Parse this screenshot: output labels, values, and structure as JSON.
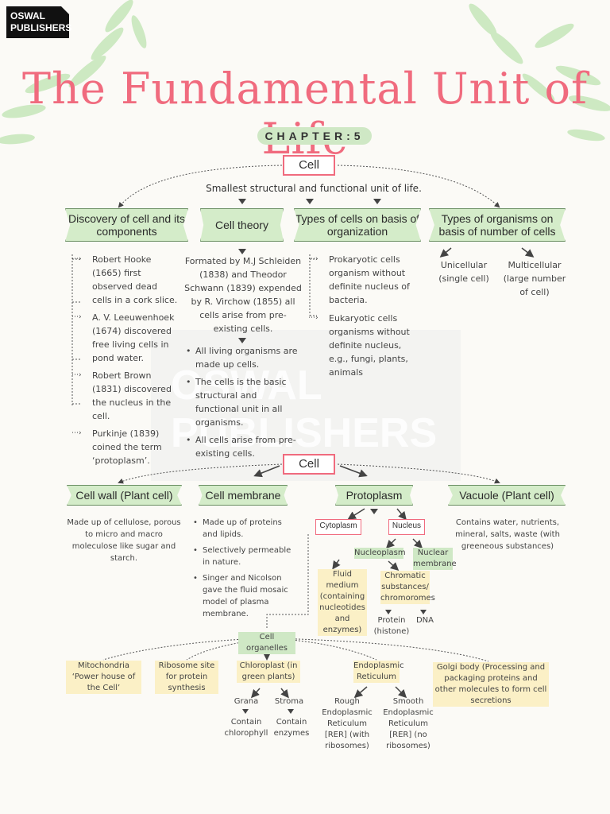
{
  "publisher": {
    "line1": "OSWAL",
    "line2": "PUBLISHERS"
  },
  "title": "The Fundamental Unit of Life",
  "chapter": "CHAPTER:5",
  "watermark": {
    "line1": "OSWAL",
    "line2": "PUBLISHERS"
  },
  "top": {
    "root": "Cell",
    "definition": "Smallest structural and functional unit of life.",
    "branches": [
      {
        "label": "Discovery of cell and its components"
      },
      {
        "label": "Cell theory"
      },
      {
        "label": "Types of cells on basis of organization"
      },
      {
        "label": "Types of organisms on basis of number of cells"
      }
    ],
    "discovery": [
      "Robert Hooke (1665) first observed dead cells in a cork slice.",
      "A. V. Leeuwenhoek (1674) discovered free living cells in pond water.",
      "Robert Brown (1831) discovered the nucleus in the cell.",
      "Purkinje (1839) coined the term ‘protoplasm’."
    ],
    "theory_intro": "Formated by M.J Schleiden (1838) and Theodor Schwann (1839) expended by R. Virchow (1855) all cells arise from pre-existing cells.",
    "theory_points": [
      "All living organisms are made up cells.",
      "The cells is the basic structural and functional unit in all organisms.",
      "All cells arise from pre-existing cells."
    ],
    "cell_types": [
      "Prokaryotic cells organism without definite nucleus of bacteria.",
      "Eukaryotic cells organisms without definite nucleus, e.g., fungi, plants, animals"
    ],
    "organisms": [
      {
        "name": "Unicellular",
        "detail": "(single cell)"
      },
      {
        "name": "Multicellular",
        "detail": "(large number of cell)"
      }
    ]
  },
  "bottom": {
    "root": "Cell",
    "branches": [
      {
        "label": "Cell wall (Plant cell)"
      },
      {
        "label": "Cell membrane"
      },
      {
        "label": "Protoplasm"
      },
      {
        "label": "Vacuole (Plant cell)"
      }
    ],
    "cell_wall": "Made up of cellulose, porous to micro and macro moleculose like sugar and starch.",
    "membrane_points": [
      "Made up of proteins and lipids.",
      "Selectively permeable in nature.",
      "Singer and Nicolson gave the fluid mosaic model of plasma membrane."
    ],
    "vacuole": "Contains water, nutrients, mineral, salts, waste (with greeneous substances)",
    "cytoplasm": "Cytoplasm",
    "nucleus": "Nucleus",
    "nucleoplasm": "Nucleoplasm",
    "nuclear_membrane": "Nuclear membrane",
    "fluid_medium": "Fluid medium (containing nucleotides and enzymes)",
    "chromatic": "Chromatic substances/ chromoromes",
    "protein": "Protein (histone)",
    "dna": "DNA",
    "organelles_label": "Cell organelles",
    "organelles": {
      "mitochondria": "Mitochondria ‘Power house of the Cell’",
      "ribosome": "Ribosome site for protein synthesis",
      "chloroplast": "Chloroplast (in green plants)",
      "er": "Endoplasmic Reticulum",
      "golgi": "Golgi body (Processing and packaging proteins and other molecules to form cell secretions"
    },
    "grana": "Grana",
    "grana_detail": "Contain chlorophyll",
    "stroma": "Stroma",
    "stroma_detail": "Contain enzymes",
    "rer": "Rough Endoplasmic Reticulum [RER] (with ribosomes)",
    "ser": "Smooth Endoplasmic Reticulum [RER] (no ribosomes)"
  },
  "colors": {
    "title": "#f06b7e",
    "ribbon": "#d4ecc9",
    "highlight_yellow": "#fbf0c6",
    "highlight_green": "#cfe8c5"
  }
}
